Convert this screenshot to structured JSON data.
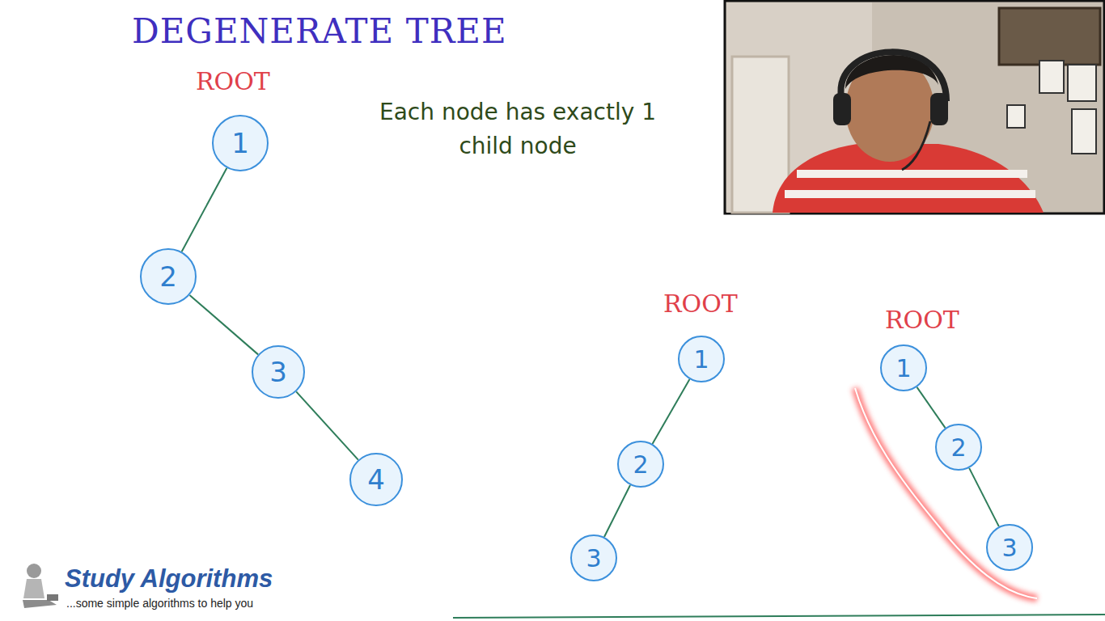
{
  "diagram": {
    "title": "DEGENERATE TREE",
    "nodes": [
      {
        "text": [
          "1"
        ]
      },
      {
        "text": [
          "2"
        ]
      },
      {
        "text": [
          "3"
        ]
      },
      {
        "text": [
          "4"
        ]
      },
      {
        "text": [
          "1"
        ]
      },
      {
        "text": [
          "2"
        ]
      },
      {
        "text": [
          "3"
        ]
      },
      {
        "text": [
          "1"
        ]
      },
      {
        "text": [
          "2"
        ]
      },
      {
        "text": [
          "3"
        ]
      }
    ],
    "edges": [
      {
        "from": 0,
        "to": 1,
        "arrow": "none"
      },
      {
        "from": 1,
        "to": 2,
        "arrow": "none"
      },
      {
        "from": 2,
        "to": 3,
        "arrow": "none"
      },
      {
        "from": 4,
        "to": 5,
        "arrow": "none"
      },
      {
        "from": 5,
        "to": 6,
        "arrow": "none"
      },
      {
        "from": 7,
        "to": 8,
        "arrow": "none"
      },
      {
        "from": 8,
        "to": 9,
        "arrow": "none"
      }
    ],
    "labels": [
      "ROOT",
      "Each node has exactly 1 child node",
      "ROOT",
      "ROOT",
      "Study Algorithms",
      "...some simple algorithms to help you"
    ]
  }
}
